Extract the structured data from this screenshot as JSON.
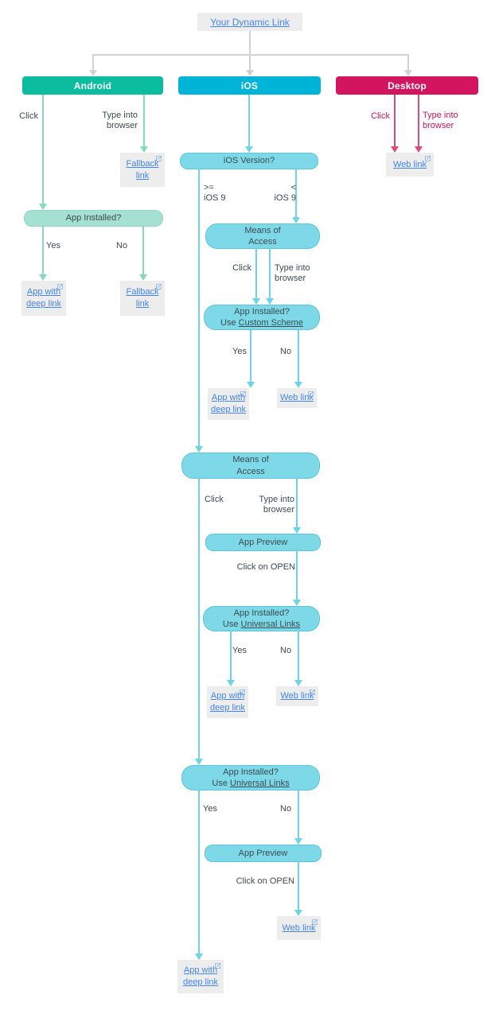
{
  "root": {
    "label": "Your Dynamic Link"
  },
  "colors": {
    "android": "#0bbc9e",
    "ios": "#00b4d8",
    "desktop": "#d3145e",
    "android_line": "#85d8c2",
    "ios_line": "#6fd4e6",
    "desktop_line": "#d94d77",
    "ios_pill": "#7dd9e7",
    "android_pill": "#a5e1d2",
    "link": "#4285f4",
    "connector": "#d2d2d2",
    "text": "#3c4b52"
  },
  "android": {
    "header": "Android",
    "edge_click": "Click",
    "edge_type": "Type into browser",
    "fallback_top": "Fallback link",
    "decision": "App Installed?",
    "yes": "Yes",
    "no": "No",
    "app_deep_link": "App with deep link",
    "fallback_bottom": "Fallback link"
  },
  "desktop": {
    "header": "Desktop",
    "edge_click": "Click",
    "edge_type": "Type into browser",
    "web_link": "Web link"
  },
  "ios": {
    "header": "iOS",
    "version_q": "iOS Version?",
    "ge_line1": ">=",
    "ge_line2": "iOS 9",
    "lt_line1": "<",
    "lt_line2": "iOS 9",
    "moa1_line1": "Means of",
    "moa1_line2": "Access",
    "edge_click1": "Click",
    "edge_type1": "Type into browser",
    "ai1_line1": "App Installed?",
    "ai1_use": "Use ",
    "ai1_link": "Custom Scheme",
    "yes1": "Yes",
    "no1": "No",
    "app_deep1": "App with deep link",
    "web1": "Web link",
    "moa2_line1": "Means of",
    "moa2_line2": "Access",
    "edge_click2": "Click",
    "edge_type2": "Type into browser",
    "app_preview1": "App Preview",
    "click_open1": "Click on OPEN",
    "ai2_line1": "App Installed?",
    "ai2_use": "Use ",
    "ai2_link": "Universal Links",
    "yes2": "Yes",
    "no2": "No",
    "app_deep2": "App with deep link",
    "web2": "Web link",
    "ai3_line1": "App Installed?",
    "ai3_use": "Use ",
    "ai3_link": "Universal Links",
    "yes3": "Yes",
    "no3": "No",
    "app_preview2": "App Preview",
    "click_open2": "Click on OPEN",
    "web3": "Web link",
    "app_deep3": "App with deep link"
  }
}
